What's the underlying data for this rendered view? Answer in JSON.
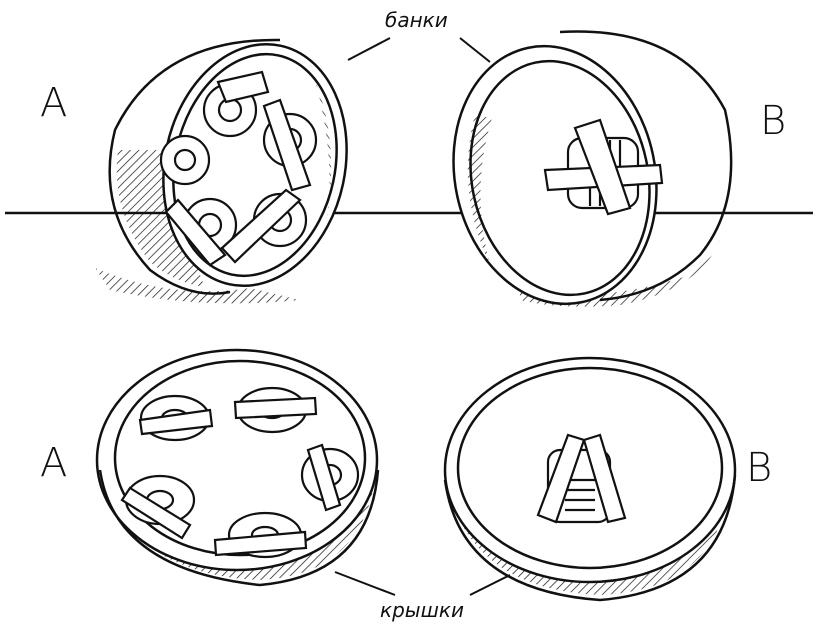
{
  "labels": {
    "top_left": "A",
    "top_right": "B",
    "bottom_left": "A",
    "bottom_right": "B",
    "cans": "банки",
    "lids": "крышки"
  },
  "colors": {
    "ink": "#111111",
    "paper": "#ffffff"
  }
}
